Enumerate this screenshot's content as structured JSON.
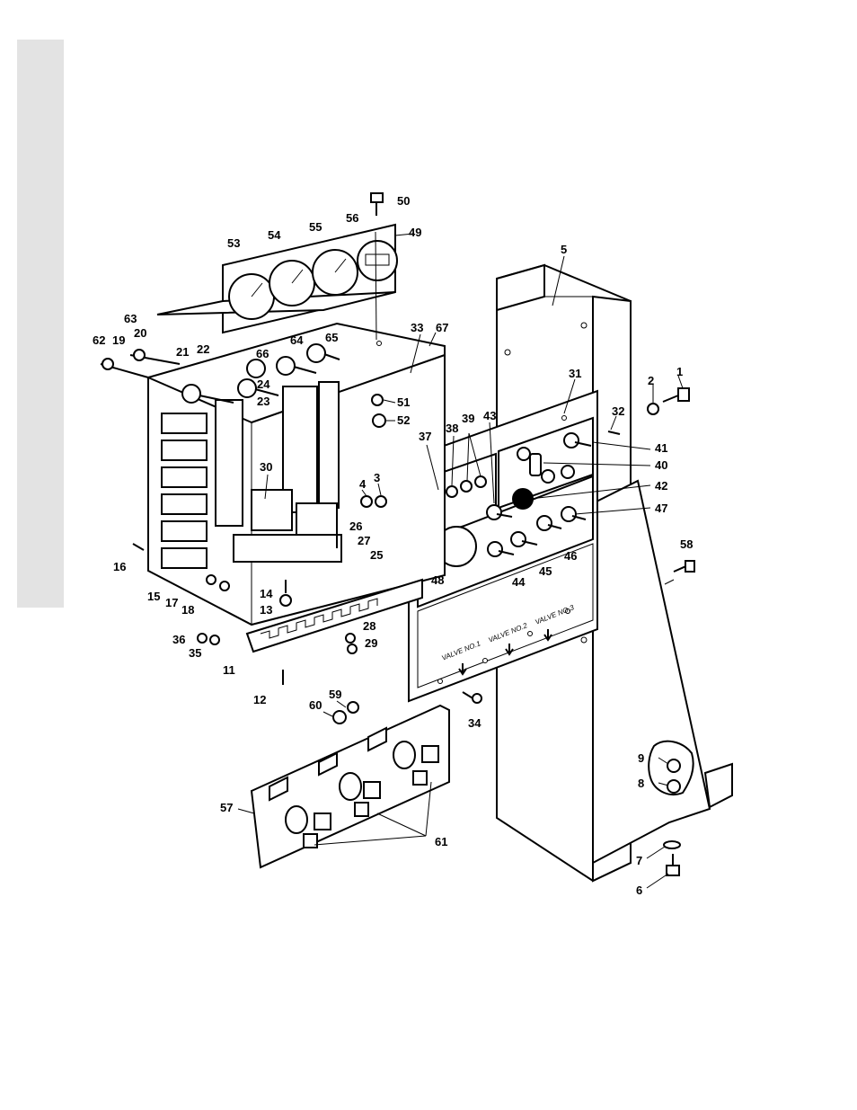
{
  "colors": {
    "background": "#ffffff",
    "strip": "#e3e3e3",
    "ink": "#000000"
  },
  "panel_labels": {
    "valve1": "VALVE NO.1",
    "valve2": "VALVE NO.2",
    "valve3": "VALVE NO.3"
  },
  "callouts": [
    "1",
    "2",
    "3",
    "4",
    "5",
    "6",
    "7",
    "8",
    "9",
    "11",
    "12",
    "13",
    "14",
    "15",
    "16",
    "17",
    "18",
    "19",
    "20",
    "21",
    "22",
    "23",
    "24",
    "25",
    "26",
    "27",
    "28",
    "29",
    "30",
    "31",
    "32",
    "33",
    "34",
    "35",
    "36",
    "37",
    "38",
    "39",
    "40",
    "41",
    "42",
    "43",
    "44",
    "45",
    "46",
    "47",
    "48",
    "49",
    "50",
    "51",
    "52",
    "53",
    "54",
    "55",
    "56",
    "57",
    "58",
    "59",
    "60",
    "61",
    "62",
    "63",
    "64",
    "65",
    "66",
    "67"
  ]
}
